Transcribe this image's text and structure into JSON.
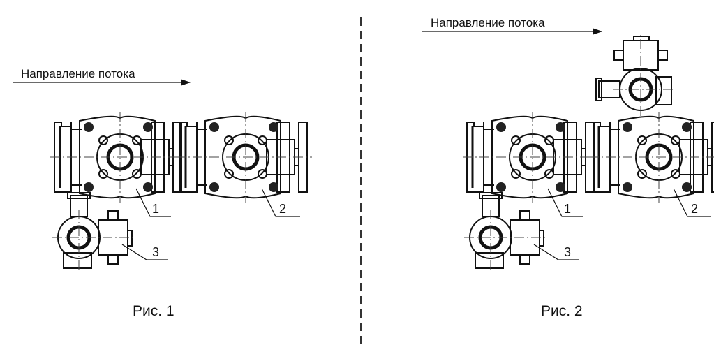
{
  "flow_direction_label": "Направление потока",
  "figures": [
    {
      "caption": "Рис. 1",
      "labels": [
        "1",
        "2",
        "3"
      ]
    },
    {
      "caption": "Рис. 2",
      "labels": [
        "1",
        "2",
        "3"
      ]
    }
  ]
}
